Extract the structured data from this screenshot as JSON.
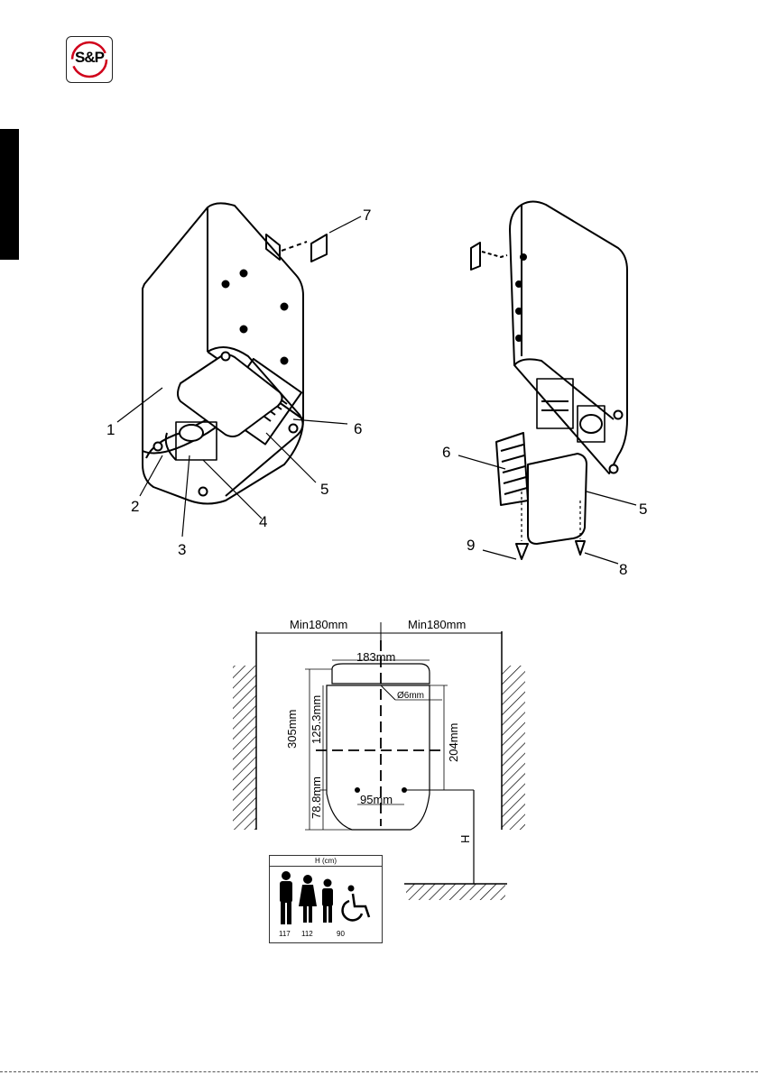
{
  "brand": {
    "logo_text": "S&P"
  },
  "figure_left": {
    "callouts": [
      "1",
      "2",
      "3",
      "4",
      "5",
      "6",
      "7"
    ]
  },
  "figure_right": {
    "callouts": [
      "6",
      "5",
      "9",
      "8"
    ]
  },
  "mounting": {
    "min_left": "Min180mm",
    "min_right": "Min180mm",
    "width": "183mm",
    "hole_diameter": "Ø6mm",
    "total_height": "305mm",
    "upper_height": "125.3mm",
    "lower_height": "78.8mm",
    "hole_to_top": "204mm",
    "hole_spacing": "95mm",
    "height_label": "H"
  },
  "height_table": {
    "header": "H (cm)",
    "values": [
      "117",
      "112",
      "90"
    ],
    "icons": [
      "man-icon",
      "woman-icon",
      "child-icon",
      "wheelchair-icon"
    ]
  }
}
